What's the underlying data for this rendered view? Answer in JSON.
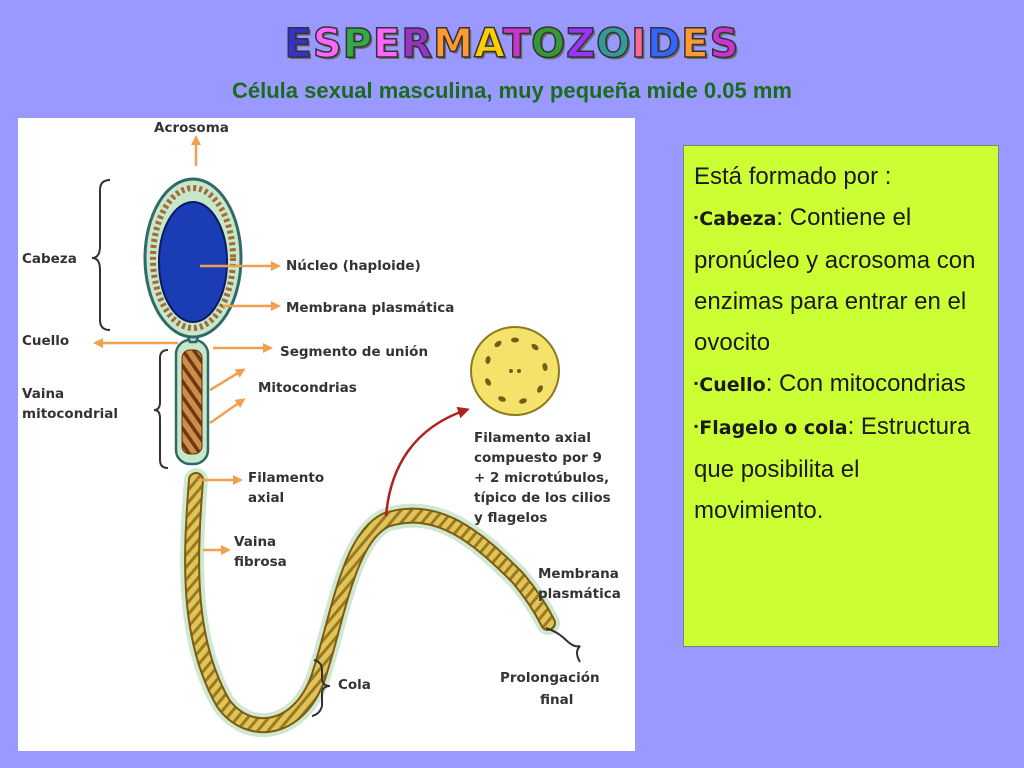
{
  "title": {
    "letters": [
      {
        "ch": "E",
        "color": "#3333cc"
      },
      {
        "ch": "S",
        "color": "#ff66ff"
      },
      {
        "ch": "P",
        "color": "#33aa44"
      },
      {
        "ch": "E",
        "color": "#ff66ff"
      },
      {
        "ch": "R",
        "color": "#9933cc"
      },
      {
        "ch": "M",
        "color": "#ff9933"
      },
      {
        "ch": "A",
        "color": "#ffcc00"
      },
      {
        "ch": "T",
        "color": "#cc33cc"
      },
      {
        "ch": "O",
        "color": "#339933"
      },
      {
        "ch": "Z",
        "color": "#9933ff"
      },
      {
        "ch": "O",
        "color": "#339999"
      },
      {
        "ch": "I",
        "color": "#ff6699"
      },
      {
        "ch": "D",
        "color": "#3366ff"
      },
      {
        "ch": "E",
        "color": "#ff9933"
      },
      {
        "ch": "S",
        "color": "#cc33cc"
      }
    ]
  },
  "subtitle": "Célula sexual masculina, muy pequeña mide 0.05 mm",
  "diagram": {
    "acrosoma": "Acrosoma",
    "cabeza": "Cabeza",
    "nucleo": "Núcleo (haploide)",
    "membrana1": "Membrana plasmática",
    "cuello": "Cuello",
    "segmento": "Segmento de unión",
    "vaina_mito_1": "Vaina",
    "vaina_mito_2": "mitocondrial",
    "mitocondrias": "Mitocondrias",
    "filamento_1": "Filamento",
    "filamento_2": "axial",
    "vaina_fib_1": "Vaina",
    "vaina_fib_2": "fibrosa",
    "cola": "Cola",
    "membrana2_1": "Membrana",
    "membrana2_2": "plasmática",
    "prolong_1": "Prolongación",
    "prolong_2": "final",
    "axial_1": "Filamento axial",
    "axial_2": "compuesto por 9",
    "axial_3": "+ 2 microtúbulos,",
    "axial_4": "típico de los cilios",
    "axial_5": "y flagelos"
  },
  "info": {
    "intro": "Está  formado por :",
    "cabeza_key": "Cabeza",
    "cabeza_text": ": Contiene el pronúcleo y acrosoma con enzimas para entrar en el ovocito",
    "cuello_key": "Cuello",
    "cuello_text": ": Con mitocondrias",
    "flagelo_key": "Flagelo o cola",
    "flagelo_text": ": Estructura que posibilita el movimiento.",
    "bullet": "▪"
  },
  "colors": {
    "background": "#9999ff",
    "subtitle": "#1a6b1a",
    "infobox": "#ccff33",
    "arrow": "#f0a050",
    "nucleus": "#1a3cb4",
    "cell_wall": "#c8e6c8",
    "tail": "#d9bb48",
    "pointer": "#b02020"
  }
}
